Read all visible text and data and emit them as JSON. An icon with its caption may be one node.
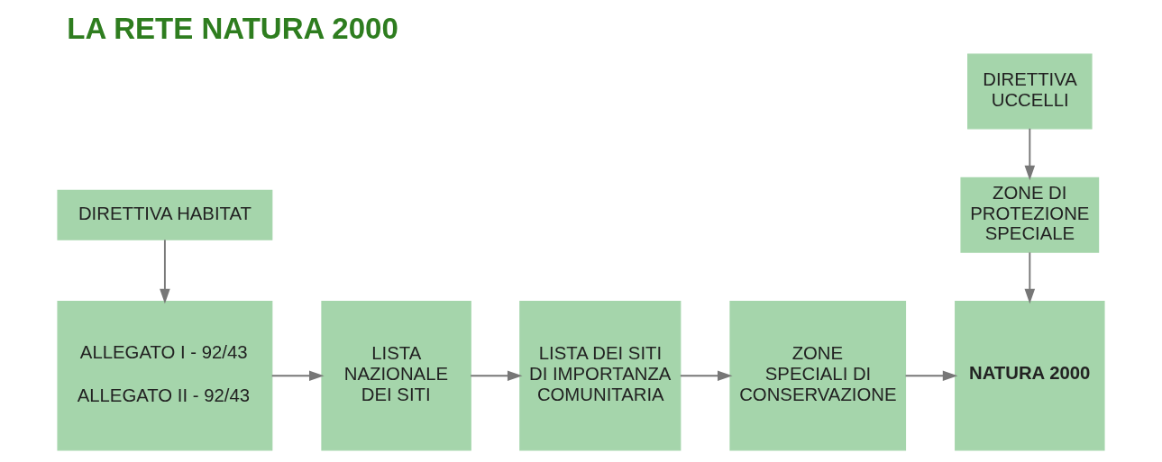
{
  "diagram": {
    "title": "LA RETE NATURA 2000",
    "nodes": [
      {
        "text": [
          "DIRETTIVA UCCELLI"
        ]
      },
      {
        "text": [
          "ZONE DI PROTEZIONE SPECIALE"
        ]
      },
      {
        "text": [
          "DIRETTIVA HABITAT"
        ]
      },
      {
        "text": [
          "ALLEGATO I - 92/43",
          "ALLEGATO II - 92/43"
        ]
      },
      {
        "text": [
          "LISTA NAZIONALE DEI SITI"
        ]
      },
      {
        "text": [
          "LISTA DEI SITI DI IMPORTANZA COMUNITARIA"
        ]
      },
      {
        "text": [
          "ZONE SPECIALI DI CONSERVAZIONE"
        ]
      },
      {
        "text": [
          "NATURA 2000"
        ]
      }
    ],
    "edges": [
      {
        "from": 0,
        "to": 1,
        "arrow": "to"
      },
      {
        "from": 1,
        "to": 7,
        "arrow": "to"
      },
      {
        "from": 2,
        "to": 3,
        "arrow": "to"
      },
      {
        "from": 3,
        "to": 4,
        "arrow": "to"
      },
      {
        "from": 4,
        "to": 5,
        "arrow": "to"
      },
      {
        "from": 5,
        "to": 6,
        "arrow": "to"
      },
      {
        "from": 6,
        "to": 7,
        "arrow": "to"
      }
    ]
  }
}
